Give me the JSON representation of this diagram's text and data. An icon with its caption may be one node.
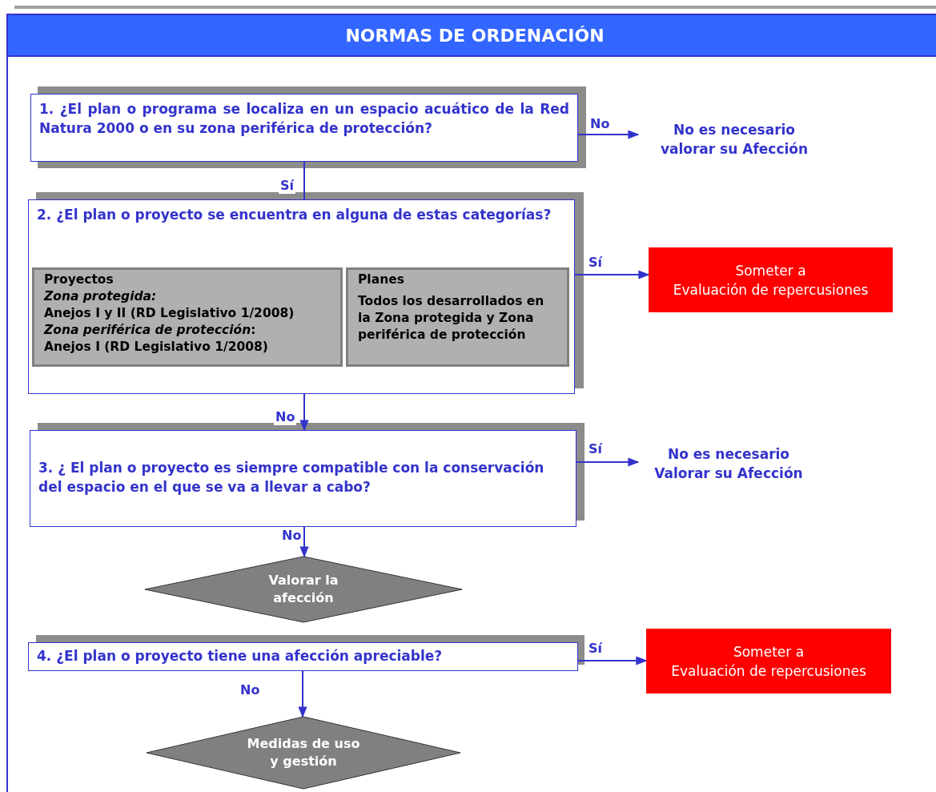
{
  "diagram": {
    "title": "NORMAS DE ORDENACIÓN",
    "nodes": [
      {
        "text": [
          "1. ¿El plan o programa se localiza en un espacio acuático de la Red Natura 2000 o en su zona periférica de protección?"
        ]
      },
      {
        "text": [
          "No es necesario valorar su Afección"
        ]
      },
      {
        "text": [
          "2. ¿El plan o proyecto se encuentra en alguna de estas categorías?"
        ]
      },
      {
        "text": [
          "Proyectos",
          "*Zona protegida:*",
          "Anejos I y II (RD Legislativo 1/2008)",
          "*Zona periférica de protección*:",
          "Anejos I (RD Legislativo 1/2008)"
        ],
        "in": 2
      },
      {
        "text": [
          "Planes",
          "Todos los desarrollados en la Zona protegida y Zona periférica de protección"
        ],
        "in": 2
      },
      {
        "text": [
          "Someter a",
          "Evaluación de repercusiones"
        ]
      },
      {
        "text": [
          "3. ¿ El  plan o proyecto es siempre compatible con la conservación  del espacio en el que se va a llevar a cabo?"
        ]
      },
      {
        "text": [
          "No es necesario Valorar su Afección"
        ]
      },
      {
        "text": [
          "Valorar la afección"
        ]
      },
      {
        "text": [
          "4. ¿El plan o proyecto tiene una afección apreciable?"
        ]
      },
      {
        "text": [
          "Someter a",
          "Evaluación de repercusiones"
        ]
      },
      {
        "text": [
          "Medidas de uso y gestión"
        ]
      }
    ],
    "edges": [
      {
        "from": 0,
        "to": 1,
        "arrow": "to",
        "label": "No"
      },
      {
        "from": 0,
        "to": 2,
        "arrow": "none",
        "label": "Sí"
      },
      {
        "from": 2,
        "to": 5,
        "arrow": "to",
        "label": "Sí"
      },
      {
        "from": 2,
        "to": 6,
        "arrow": "to",
        "label": "No"
      },
      {
        "from": 6,
        "to": 7,
        "arrow": "to",
        "label": "Sí"
      },
      {
        "from": 6,
        "to": 8,
        "arrow": "to",
        "label": "No"
      },
      {
        "from": 9,
        "to": 10,
        "arrow": "to",
        "label": "Sí"
      },
      {
        "from": 9,
        "to": 11,
        "arrow": "to",
        "label": "No"
      }
    ]
  }
}
